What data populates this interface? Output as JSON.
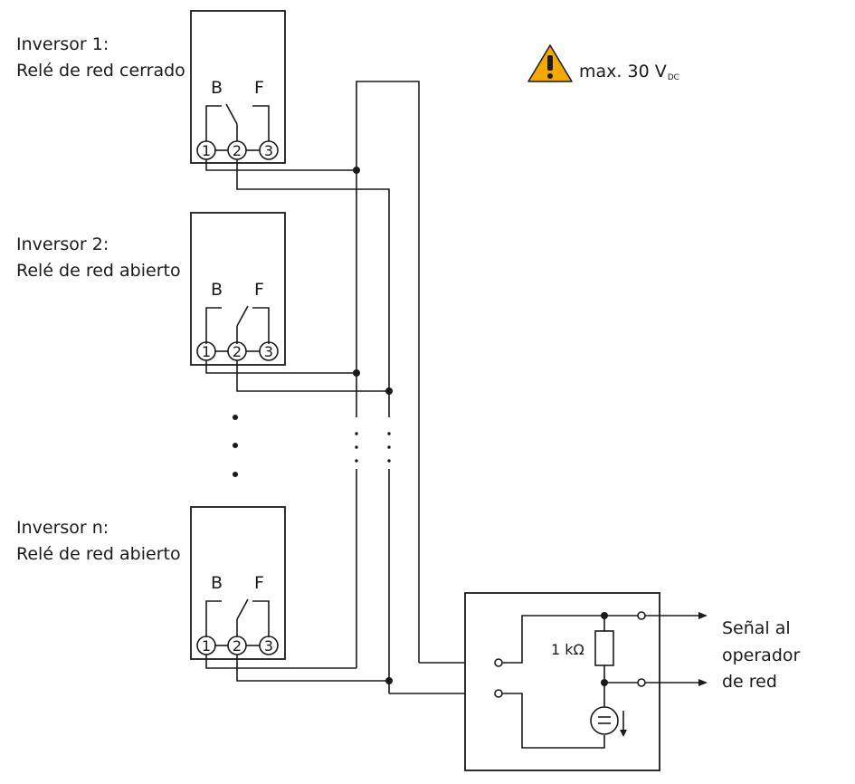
{
  "inverters": [
    {
      "title": "Inversor 1:",
      "state": "Relé de red cerrado"
    },
    {
      "title": "Inversor 2:",
      "state": "Relé de red abierto"
    },
    {
      "title": "Inversor n:",
      "state": "Relé de red abierto"
    }
  ],
  "relay": {
    "closed_label": "B",
    "fault_label": "F",
    "terminals": [
      "1",
      "2",
      "3"
    ]
  },
  "warning": {
    "icon": "warning-triangle-icon",
    "text": "max. 30 V",
    "subscript": "DC",
    "color": "#f5a800"
  },
  "resistor": {
    "label": "1 kΩ"
  },
  "signal": {
    "line1": "Señal al",
    "line2": "operador",
    "line3": "de red"
  }
}
